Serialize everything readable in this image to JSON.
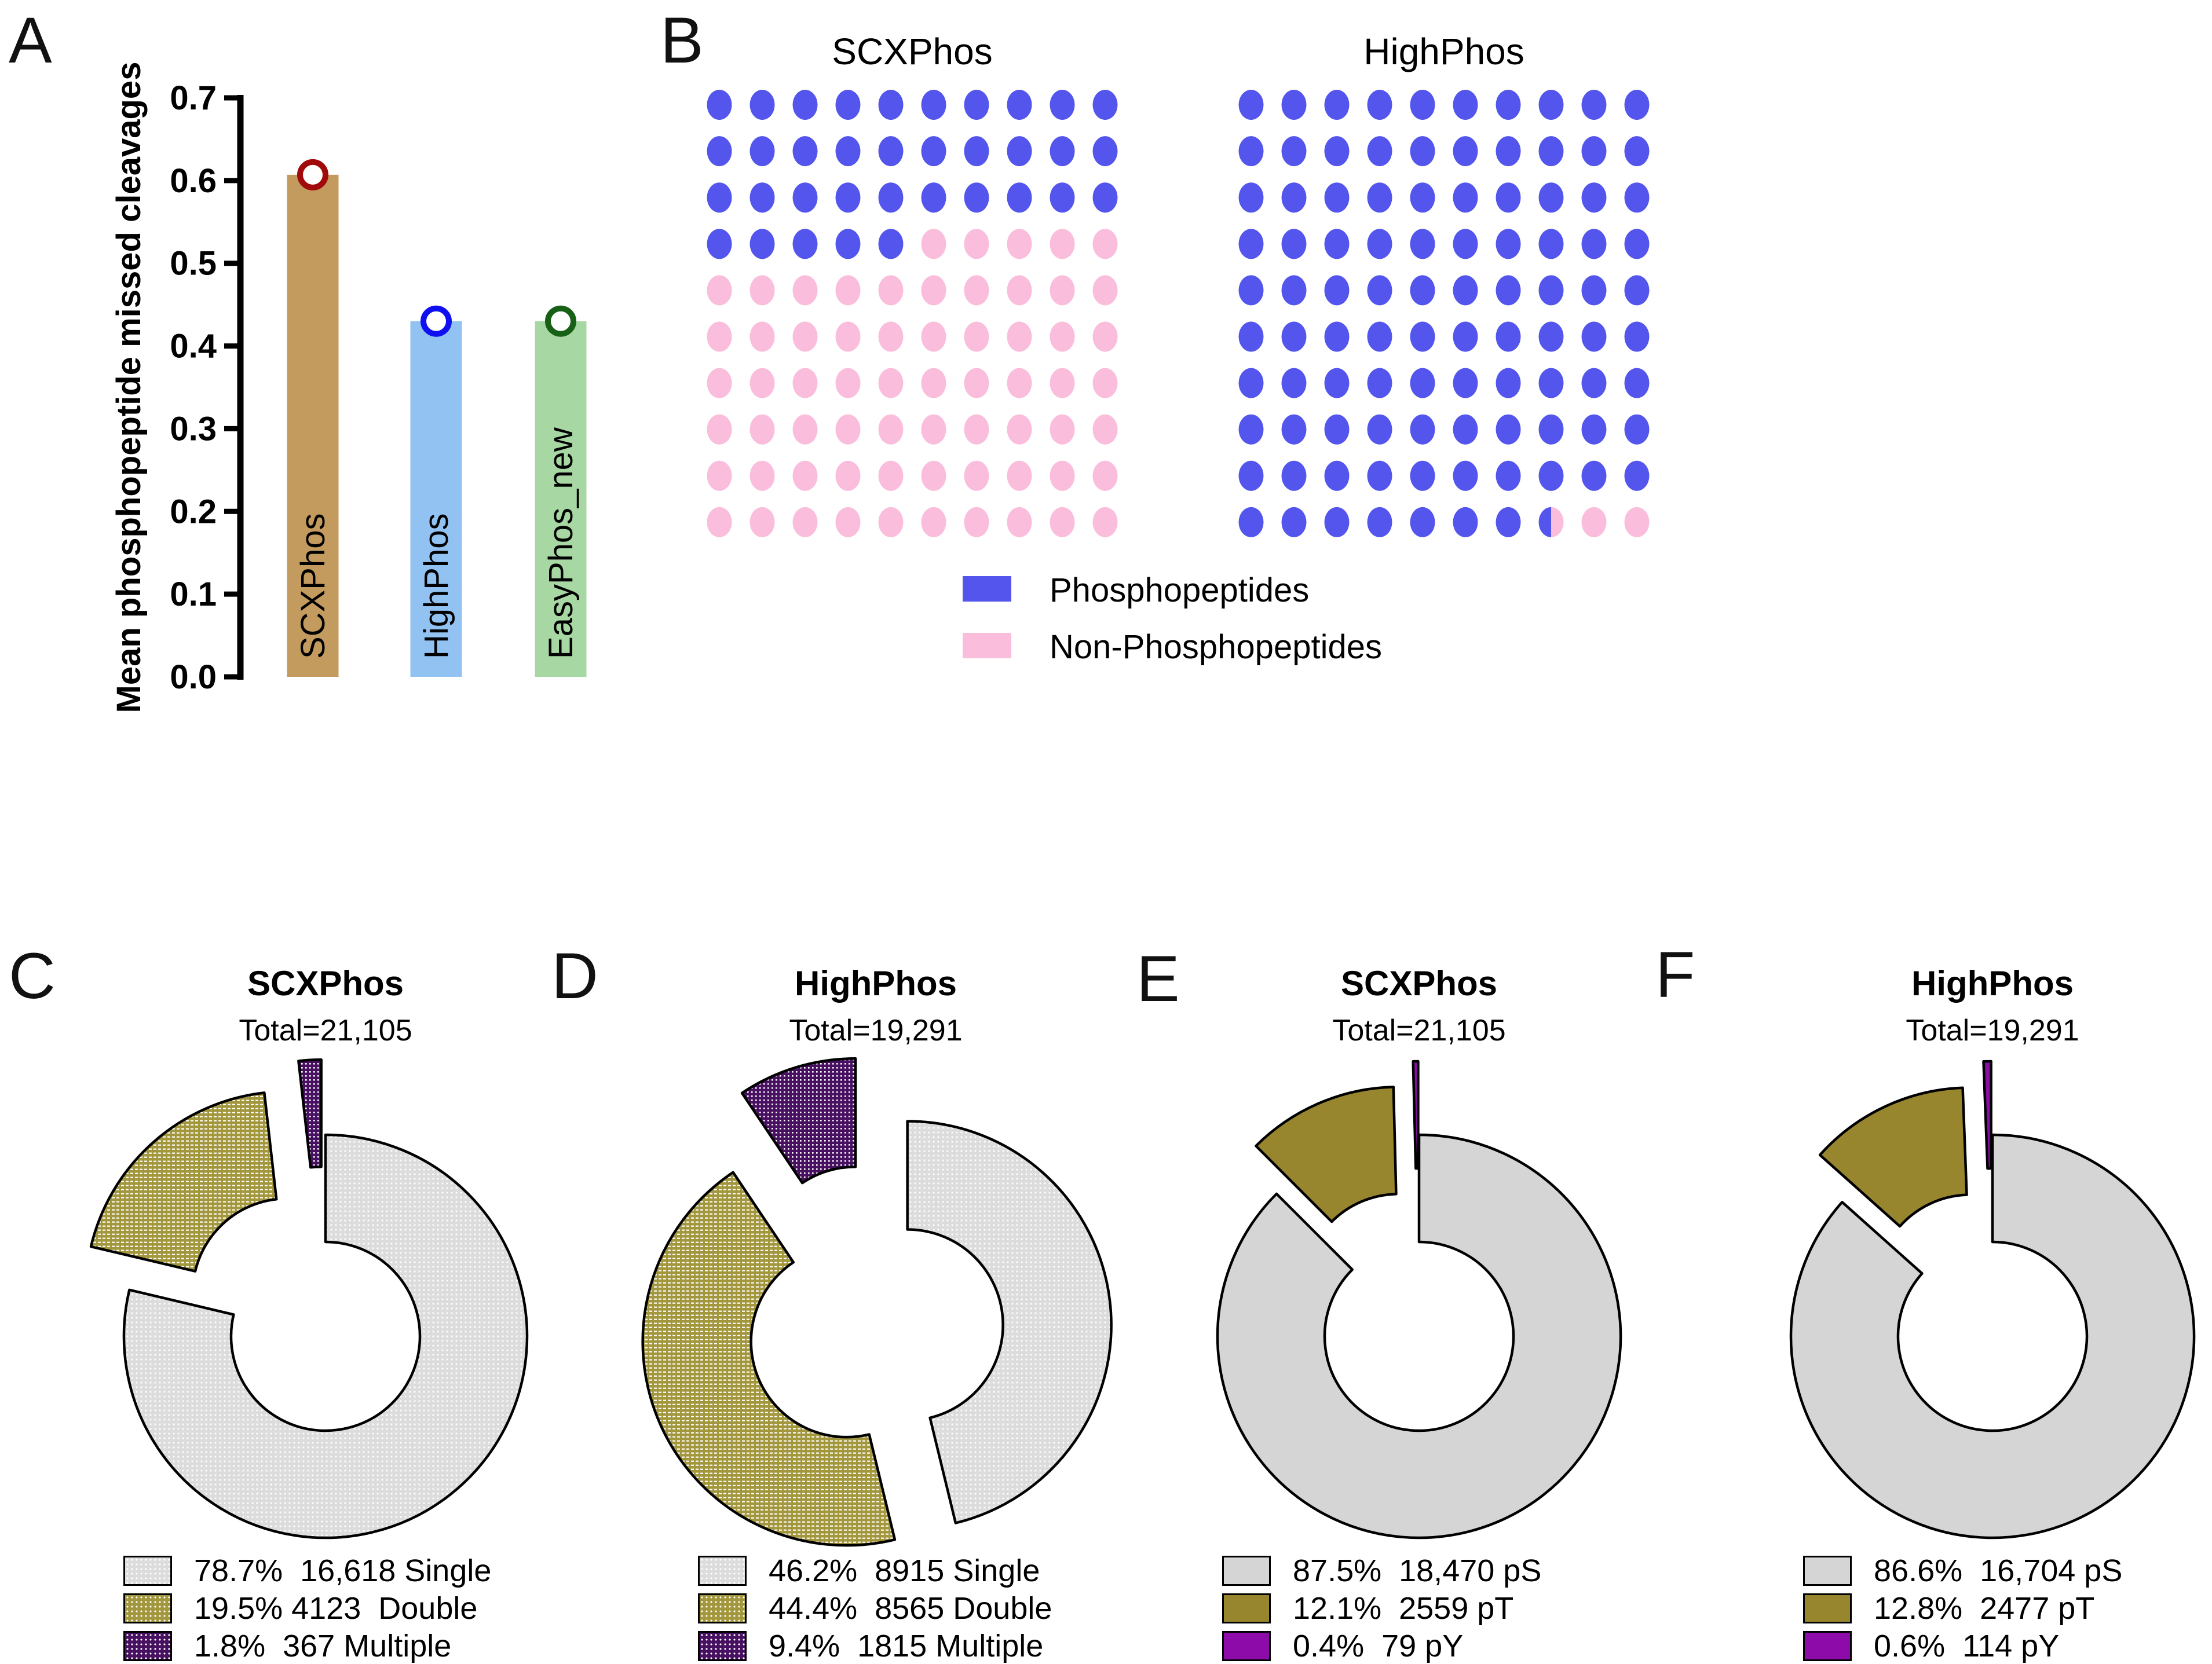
{
  "chart_data": [
    {
      "panel": "A",
      "type": "bar",
      "title": "",
      "xlabel": "",
      "ylabel": "Mean phosphopeptide missed cleavages",
      "ylim": [
        0,
        0.7
      ],
      "yticks": [
        "0.0",
        "0.1",
        "0.2",
        "0.3",
        "0.4",
        "0.5",
        "0.6",
        "0.7"
      ],
      "categories": [
        "SCXPhos",
        "HighPhos",
        "EasyPhos_new"
      ],
      "values": [
        0.607,
        0.43,
        0.43
      ],
      "bar_colors": [
        "#C49B5E",
        "#92C2F2",
        "#A7D7A2"
      ],
      "marker_colors": [
        "#A00A0A",
        "#0F0FF0",
        "#176117"
      ],
      "marker_style": "open-circle",
      "grid": "off"
    },
    {
      "panel": "B",
      "type": "dot-matrix",
      "rows": 10,
      "cols": 10,
      "grids": [
        {
          "title": "SCXPhos",
          "phospho_dots": 35,
          "non_phospho_dots": 65
        },
        {
          "title": "HighPhos",
          "phospho_dots": 97.5,
          "non_phospho_dots": 2.5
        }
      ],
      "legend": [
        {
          "label": "Phosphopeptides",
          "color": "#5355ED"
        },
        {
          "label": "Non-Phosphopeptides",
          "color": "#FABDDC"
        }
      ],
      "legend_position": "bottom-center"
    },
    {
      "panel": "C",
      "type": "donut",
      "title": "SCXPhos",
      "total_label": "Total=21,105",
      "total": 21105,
      "fill_style": "patterned",
      "slices": [
        {
          "label": "Single",
          "pct": 78.7,
          "count": "16,618",
          "legend_text": "78.7%  16,618 Single",
          "color": "#DCDCDC",
          "pattern": "dots-fine",
          "explode": 0
        },
        {
          "label": "Double",
          "pct": 19.5,
          "count": "4123",
          "legend_text": "19.5% 4123  Double",
          "color": "#A3973D",
          "pattern": "dash",
          "explode": 100
        },
        {
          "label": "Multiple",
          "pct": 1.8,
          "count": "367",
          "legend_text": "1.8%  367 Multiple",
          "color": "#471060",
          "pattern": "dots",
          "explode": 130
        }
      ],
      "legend_position": "bottom-left"
    },
    {
      "panel": "D",
      "type": "donut",
      "title": "HighPhos",
      "total_label": "Total=19,291",
      "total": 19291,
      "fill_style": "patterned",
      "slices": [
        {
          "label": "Single",
          "pct": 46.2,
          "count": "8915",
          "legend_text": "46.2%  8915 Single",
          "color": "#DCDCDC",
          "pattern": "dots-fine",
          "explode": 55
        },
        {
          "label": "Double",
          "pct": 44.4,
          "count": "8565",
          "legend_text": "44.4%  8565 Double",
          "color": "#A3973D",
          "pattern": "dash",
          "explode": 55
        },
        {
          "label": "Multiple",
          "pct": 9.4,
          "count": "1815",
          "legend_text": "9.4%  1815 Multiple",
          "color": "#471060",
          "pattern": "dots",
          "explode": 120
        }
      ],
      "legend_position": "bottom-left"
    },
    {
      "panel": "E",
      "type": "donut",
      "title": "SCXPhos",
      "total_label": "Total=21,105",
      "total": 21105,
      "fill_style": "solid",
      "slices": [
        {
          "label": "pS",
          "pct": 87.5,
          "count": "18,470",
          "legend_text": "87.5%  18,470 pS",
          "color": "#D5D5D5",
          "pattern": null,
          "explode": 0
        },
        {
          "label": "pT",
          "pct": 12.1,
          "count": "2559",
          "legend_text": "12.1%  2559 pT",
          "color": "#98862F",
          "pattern": null,
          "explode": 90
        },
        {
          "label": "pY",
          "pct": 0.4,
          "count": "79",
          "legend_text": "0.4%  79 pY",
          "color": "#8D0BA8",
          "pattern": null,
          "explode": 127
        }
      ],
      "legend_position": "bottom-left"
    },
    {
      "panel": "F",
      "type": "donut",
      "title": "HighPhos",
      "total_label": "Total=19,291",
      "total": 19291,
      "fill_style": "solid",
      "slices": [
        {
          "label": "pS",
          "pct": 86.6,
          "count": "16,704",
          "legend_text": "86.6%  16,704 pS",
          "color": "#D5D5D5",
          "pattern": null,
          "explode": 0
        },
        {
          "label": "pT",
          "pct": 12.8,
          "count": "2477",
          "legend_text": "12.8%  2477 pT",
          "color": "#98862F",
          "pattern": null,
          "explode": 90
        },
        {
          "label": "pY",
          "pct": 0.6,
          "count": "114",
          "legend_text": "0.6%  114 pY",
          "color": "#8D0BA8",
          "pattern": null,
          "explode": 127
        }
      ],
      "legend_position": "bottom-left"
    }
  ]
}
